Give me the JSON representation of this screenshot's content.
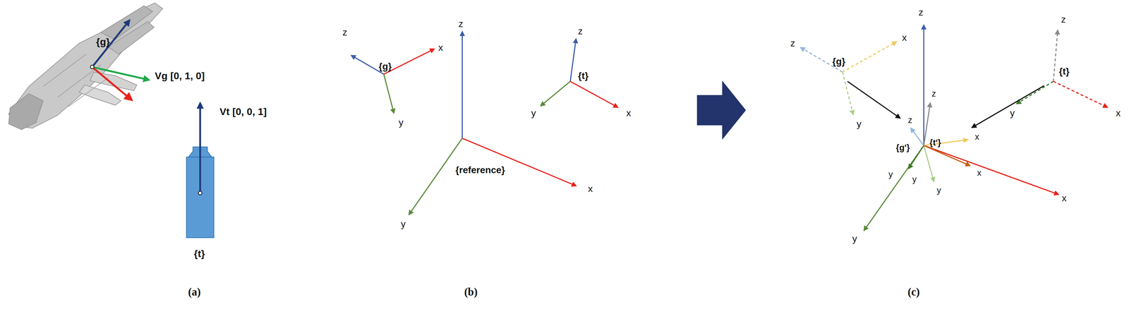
{
  "diagram": {
    "labels": [
      "{g}",
      "Vg [0, 1, 0]",
      "Vt [0, 0, 1]",
      "{t}",
      "(a)",
      "z",
      "{g}",
      "x",
      "y",
      "z",
      "z",
      "{t}",
      "y",
      "x",
      "{reference}",
      "x",
      "y",
      "(b)",
      "z",
      "{g}",
      "x",
      "y",
      "z",
      "z",
      "{t}",
      "y",
      "x",
      "z",
      "z",
      "x",
      "{g'}",
      "{t'}",
      "y",
      "y",
      "y",
      "x",
      "x",
      "y",
      "(c)"
    ]
  }
}
